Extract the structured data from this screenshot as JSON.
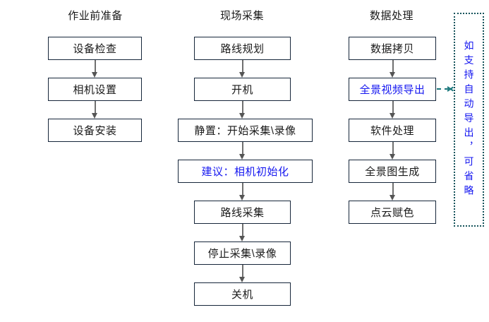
{
  "diagram": {
    "title_row": [
      {
        "id": "col-1",
        "label": "作业前准备"
      },
      {
        "id": "col-2",
        "label": "现场采集"
      },
      {
        "id": "col-3",
        "label": "数据处理"
      }
    ],
    "columns": {
      "prep": {
        "header": "作业前准备",
        "nodes": [
          {
            "label": "设备检查",
            "highlight": false
          },
          {
            "label": "相机设置",
            "highlight": false
          },
          {
            "label": "设备安装",
            "highlight": false
          }
        ]
      },
      "capture": {
        "header": "现场采集",
        "nodes": [
          {
            "label": "路线规划",
            "highlight": false
          },
          {
            "label": "开机",
            "highlight": false
          },
          {
            "label": "静置：开始采集\\录像",
            "highlight": false
          },
          {
            "label": "建议：相机初始化",
            "highlight": true
          },
          {
            "label": "路线采集",
            "highlight": false
          },
          {
            "label": "停止采集\\录像",
            "highlight": false
          },
          {
            "label": "关机",
            "highlight": false
          }
        ]
      },
      "processing": {
        "header": "数据处理",
        "nodes": [
          {
            "label": "数据拷贝",
            "highlight": false
          },
          {
            "label": "全景视频导出",
            "highlight": true
          },
          {
            "label": "软件处理",
            "highlight": false
          },
          {
            "label": "全景图生成",
            "highlight": false
          },
          {
            "label": "点云赋色",
            "highlight": false
          }
        ]
      }
    },
    "annotation": {
      "text": "如支持自动导出，可省略",
      "border_color": "#16545c",
      "text_color": "#1517f0",
      "style": "dotted"
    },
    "colors": {
      "node_border": "#16263a",
      "node_text": "#1a1a1a",
      "highlight_text": "#1517f0",
      "arrow": "#6f6f6f",
      "dashed_arrow": "#17757a"
    }
  }
}
